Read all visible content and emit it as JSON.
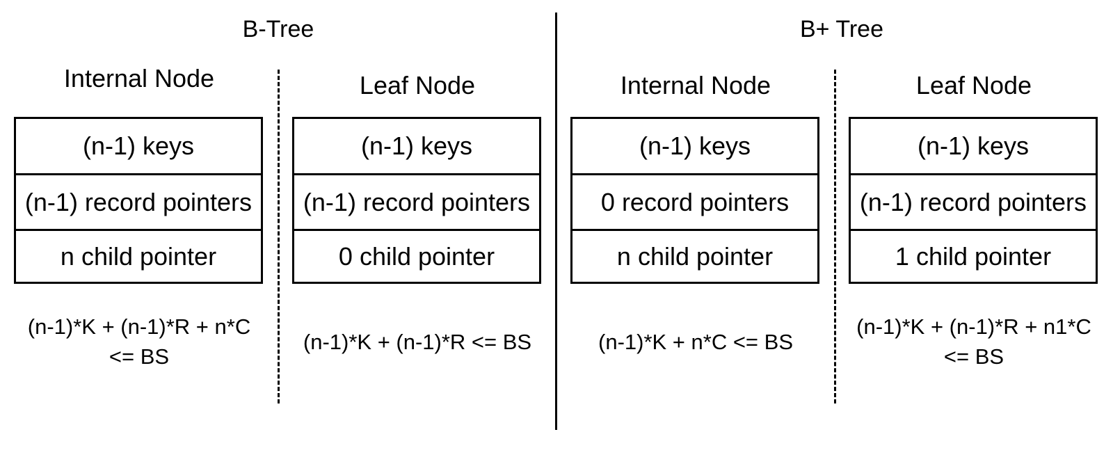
{
  "sections": [
    {
      "title": "B-Tree",
      "columns": [
        {
          "title": "Internal Node",
          "rows": [
            "(n-1) keys",
            "(n-1) record pointers",
            "n child pointer"
          ],
          "formula": "(n-1)*K + (n-1)*R + n*C <= BS"
        },
        {
          "title": "Leaf Node",
          "rows": [
            "(n-1) keys",
            "(n-1) record pointers",
            "0 child pointer"
          ],
          "formula": "(n-1)*K + (n-1)*R <= BS"
        }
      ]
    },
    {
      "title": "B+ Tree",
      "columns": [
        {
          "title": "Internal Node",
          "rows": [
            "(n-1) keys",
            "0 record pointers",
            "n child pointer"
          ],
          "formula": "(n-1)*K + n*C <= BS"
        },
        {
          "title": "Leaf Node",
          "rows": [
            "(n-1) keys",
            "(n-1) record pointers",
            "1 child pointer"
          ],
          "formula": "(n-1)*K + (n-1)*R + n1*C <= BS"
        }
      ]
    }
  ]
}
